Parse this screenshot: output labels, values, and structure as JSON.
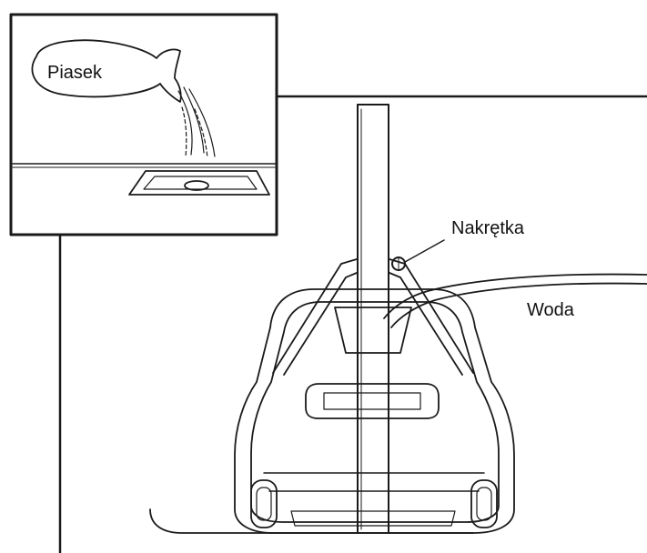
{
  "labels": {
    "sand": "Piasek",
    "nut": "Nakrętka",
    "water": "Woda"
  },
  "colors": {
    "line": "#1a1a1a",
    "background": "#ffffff"
  }
}
